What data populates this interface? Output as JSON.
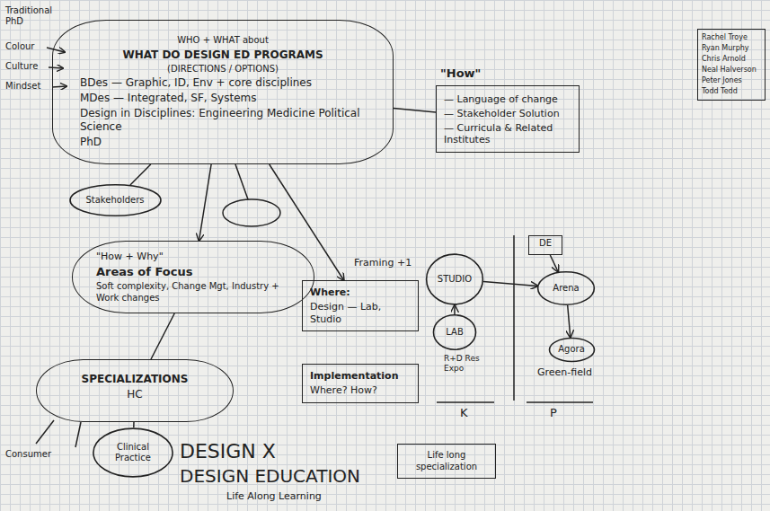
{
  "diagram": {
    "nodes": [
      {
        "text": [
          "WHO + WHAT about",
          "WHAT DO DESIGN ED PROGRAMS",
          "(DIRECTIONS / OPTIONS)",
          "BDes — Graphic, ID, Env + core disciplines",
          "MDes — Integrated, SF, Systems",
          "Design in Disciplines: Engineering Medicine Political Science",
          "PhD"
        ]
      },
      {
        "text": [
          "\"How\"",
          "— Language of change",
          "— Stakeholder Solution",
          "— Curricula & Related Institutes"
        ]
      },
      {
        "text": [
          "Stakeholders"
        ]
      },
      {
        "text": [
          "\"How + Why\"",
          "Areas of Focus",
          "Soft complexity, Change Mgt, Industry + Work changes"
        ]
      },
      {
        "text": [
          "Where:",
          "Design — Lab, Studio"
        ]
      },
      {
        "text": [
          "STUDIO"
        ]
      },
      {
        "text": [
          "DE"
        ]
      },
      {
        "text": [
          "Arena"
        ]
      },
      {
        "text": [
          "LAB"
        ]
      },
      {
        "text": [
          "Agora"
        ]
      },
      {
        "text": [
          "Implementation",
          "Where? How?"
        ]
      },
      {
        "text": [
          "SPECIALIZATIONS",
          "HC"
        ]
      },
      {
        "text": [
          "Clinical Practice"
        ]
      },
      {
        "text": [
          "Life long specialization"
        ]
      },
      {
        "text": [
          "Rachel Troye",
          "Ryan Murphy",
          "Chris Arnold",
          "Neal Halverson",
          "Peter Jones",
          "Todd Tedd"
        ]
      }
    ],
    "edges": [
      {
        "from": 0,
        "to": 1,
        "arrow": "none"
      },
      {
        "from": 0,
        "to": 2,
        "arrow": "none"
      },
      {
        "from": 0,
        "to": 3,
        "arrow": "to"
      },
      {
        "from": 0,
        "to": 4,
        "arrow": "to"
      },
      {
        "from": 3,
        "to": 11,
        "arrow": "none"
      },
      {
        "from": 11,
        "to": 12,
        "arrow": "none"
      },
      {
        "from": 8,
        "to": 5,
        "arrow": "to"
      },
      {
        "from": 5,
        "to": 7,
        "arrow": "to"
      },
      {
        "from": 6,
        "to": 7,
        "arrow": "to"
      },
      {
        "from": 7,
        "to": 9,
        "arrow": "to"
      }
    ],
    "labels": [
      "Traditional PhD",
      "Colour",
      "Culture",
      "Mindset",
      "Framing +1",
      "R+D Res Expo",
      "Green-field",
      "K",
      "P",
      "Consumer",
      "DESIGN X",
      "DESIGN EDUCATION",
      "Life Along Learning"
    ]
  }
}
